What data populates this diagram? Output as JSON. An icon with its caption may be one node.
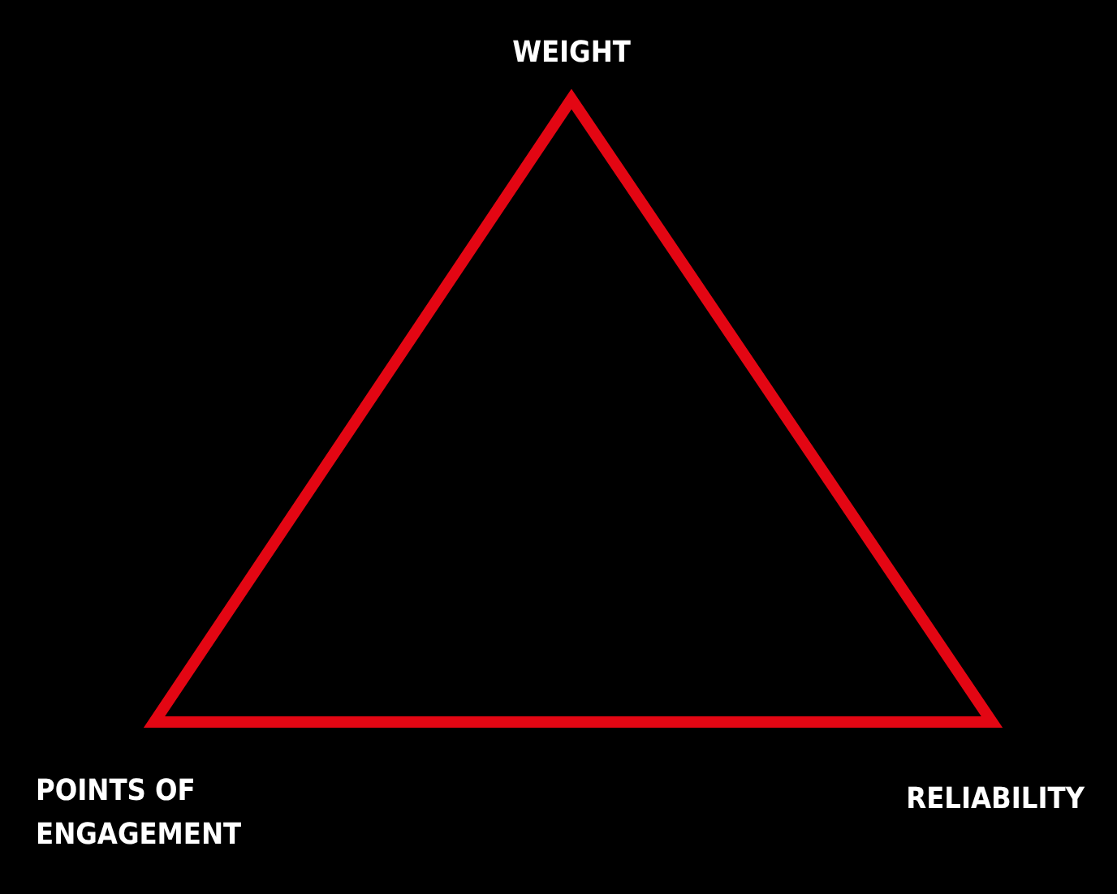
{
  "diagram": {
    "labels": [
      "WEIGHT",
      "POINTS OF ENGAGEMENT",
      "RELIABILITY"
    ]
  }
}
